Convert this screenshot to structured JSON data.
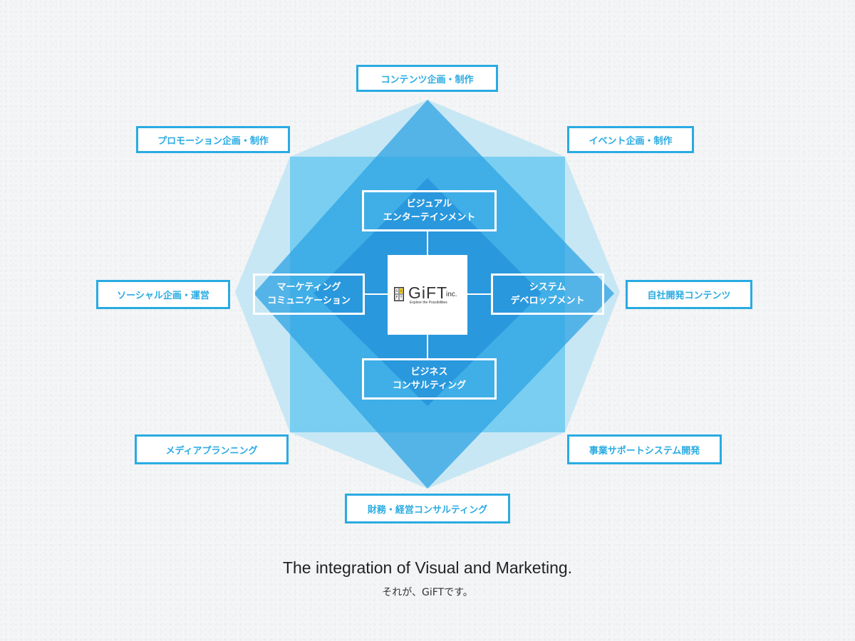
{
  "colors": {
    "accent": "#29abe2",
    "light_fill": "#bfe4f5",
    "mid_fill": "#5fc5ef",
    "dark_fill": "#2ea3e3",
    "deep_fill": "#1f8fd9"
  },
  "outer_services": {
    "top": "コンテンツ企画・制作",
    "top_left": "プロモーション企画・制作",
    "top_right": "イベント企画・制作",
    "left": "ソーシャル企画・運営",
    "right": "自社開発コンテンツ",
    "bottom_left": "メディアプランニング",
    "bottom_right": "事業サポートシステム開発",
    "bottom": "財務・経営コンサルティング"
  },
  "core_services": {
    "top": [
      "ビジュアル",
      "エンターテインメント"
    ],
    "left": [
      "マーケティング",
      "コミュニケーション"
    ],
    "right": [
      "システム",
      "デベロップメント"
    ],
    "bottom": [
      "ビジネス",
      "コンサルティング"
    ]
  },
  "logo": {
    "mark": [
      "G",
      "i",
      "F",
      "T"
    ],
    "name": "GiFT",
    "suffix": "inc.",
    "tagline": "Explore the Possibilities"
  },
  "tagline": {
    "english": "The integration of Visual and Marketing.",
    "japanese": "それが、GiFTです。"
  }
}
